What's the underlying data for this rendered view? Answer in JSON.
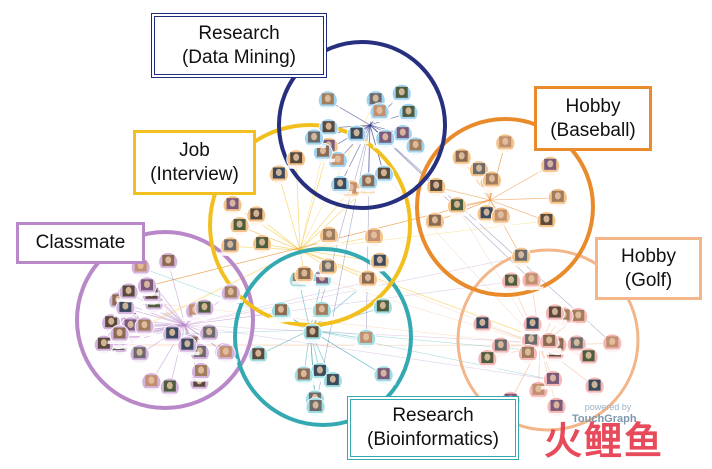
{
  "groups": [
    {
      "id": "dm",
      "line1": "Research",
      "line2": "(Data Mining)",
      "color": "#27307f"
    },
    {
      "id": "job",
      "line1": "Job",
      "line2": "(Interview)",
      "color": "#f2c01e"
    },
    {
      "id": "cls",
      "line1": "Classmate",
      "line2": "",
      "color": "#b888c8"
    },
    {
      "id": "bb",
      "line1": "Hobby",
      "line2": "(Baseball)",
      "color": "#e98a2b"
    },
    {
      "id": "golf",
      "line1": "Hobby",
      "line2": "(Golf)",
      "color": "#f2b68a"
    },
    {
      "id": "bio",
      "line1": "Research",
      "line2": "(Bioinformatics)",
      "color": "#35a9b2"
    }
  ],
  "credit": {
    "powered_by": "powered by",
    "brand": "TouchGraph"
  },
  "watermark": "火鲤鱼"
}
